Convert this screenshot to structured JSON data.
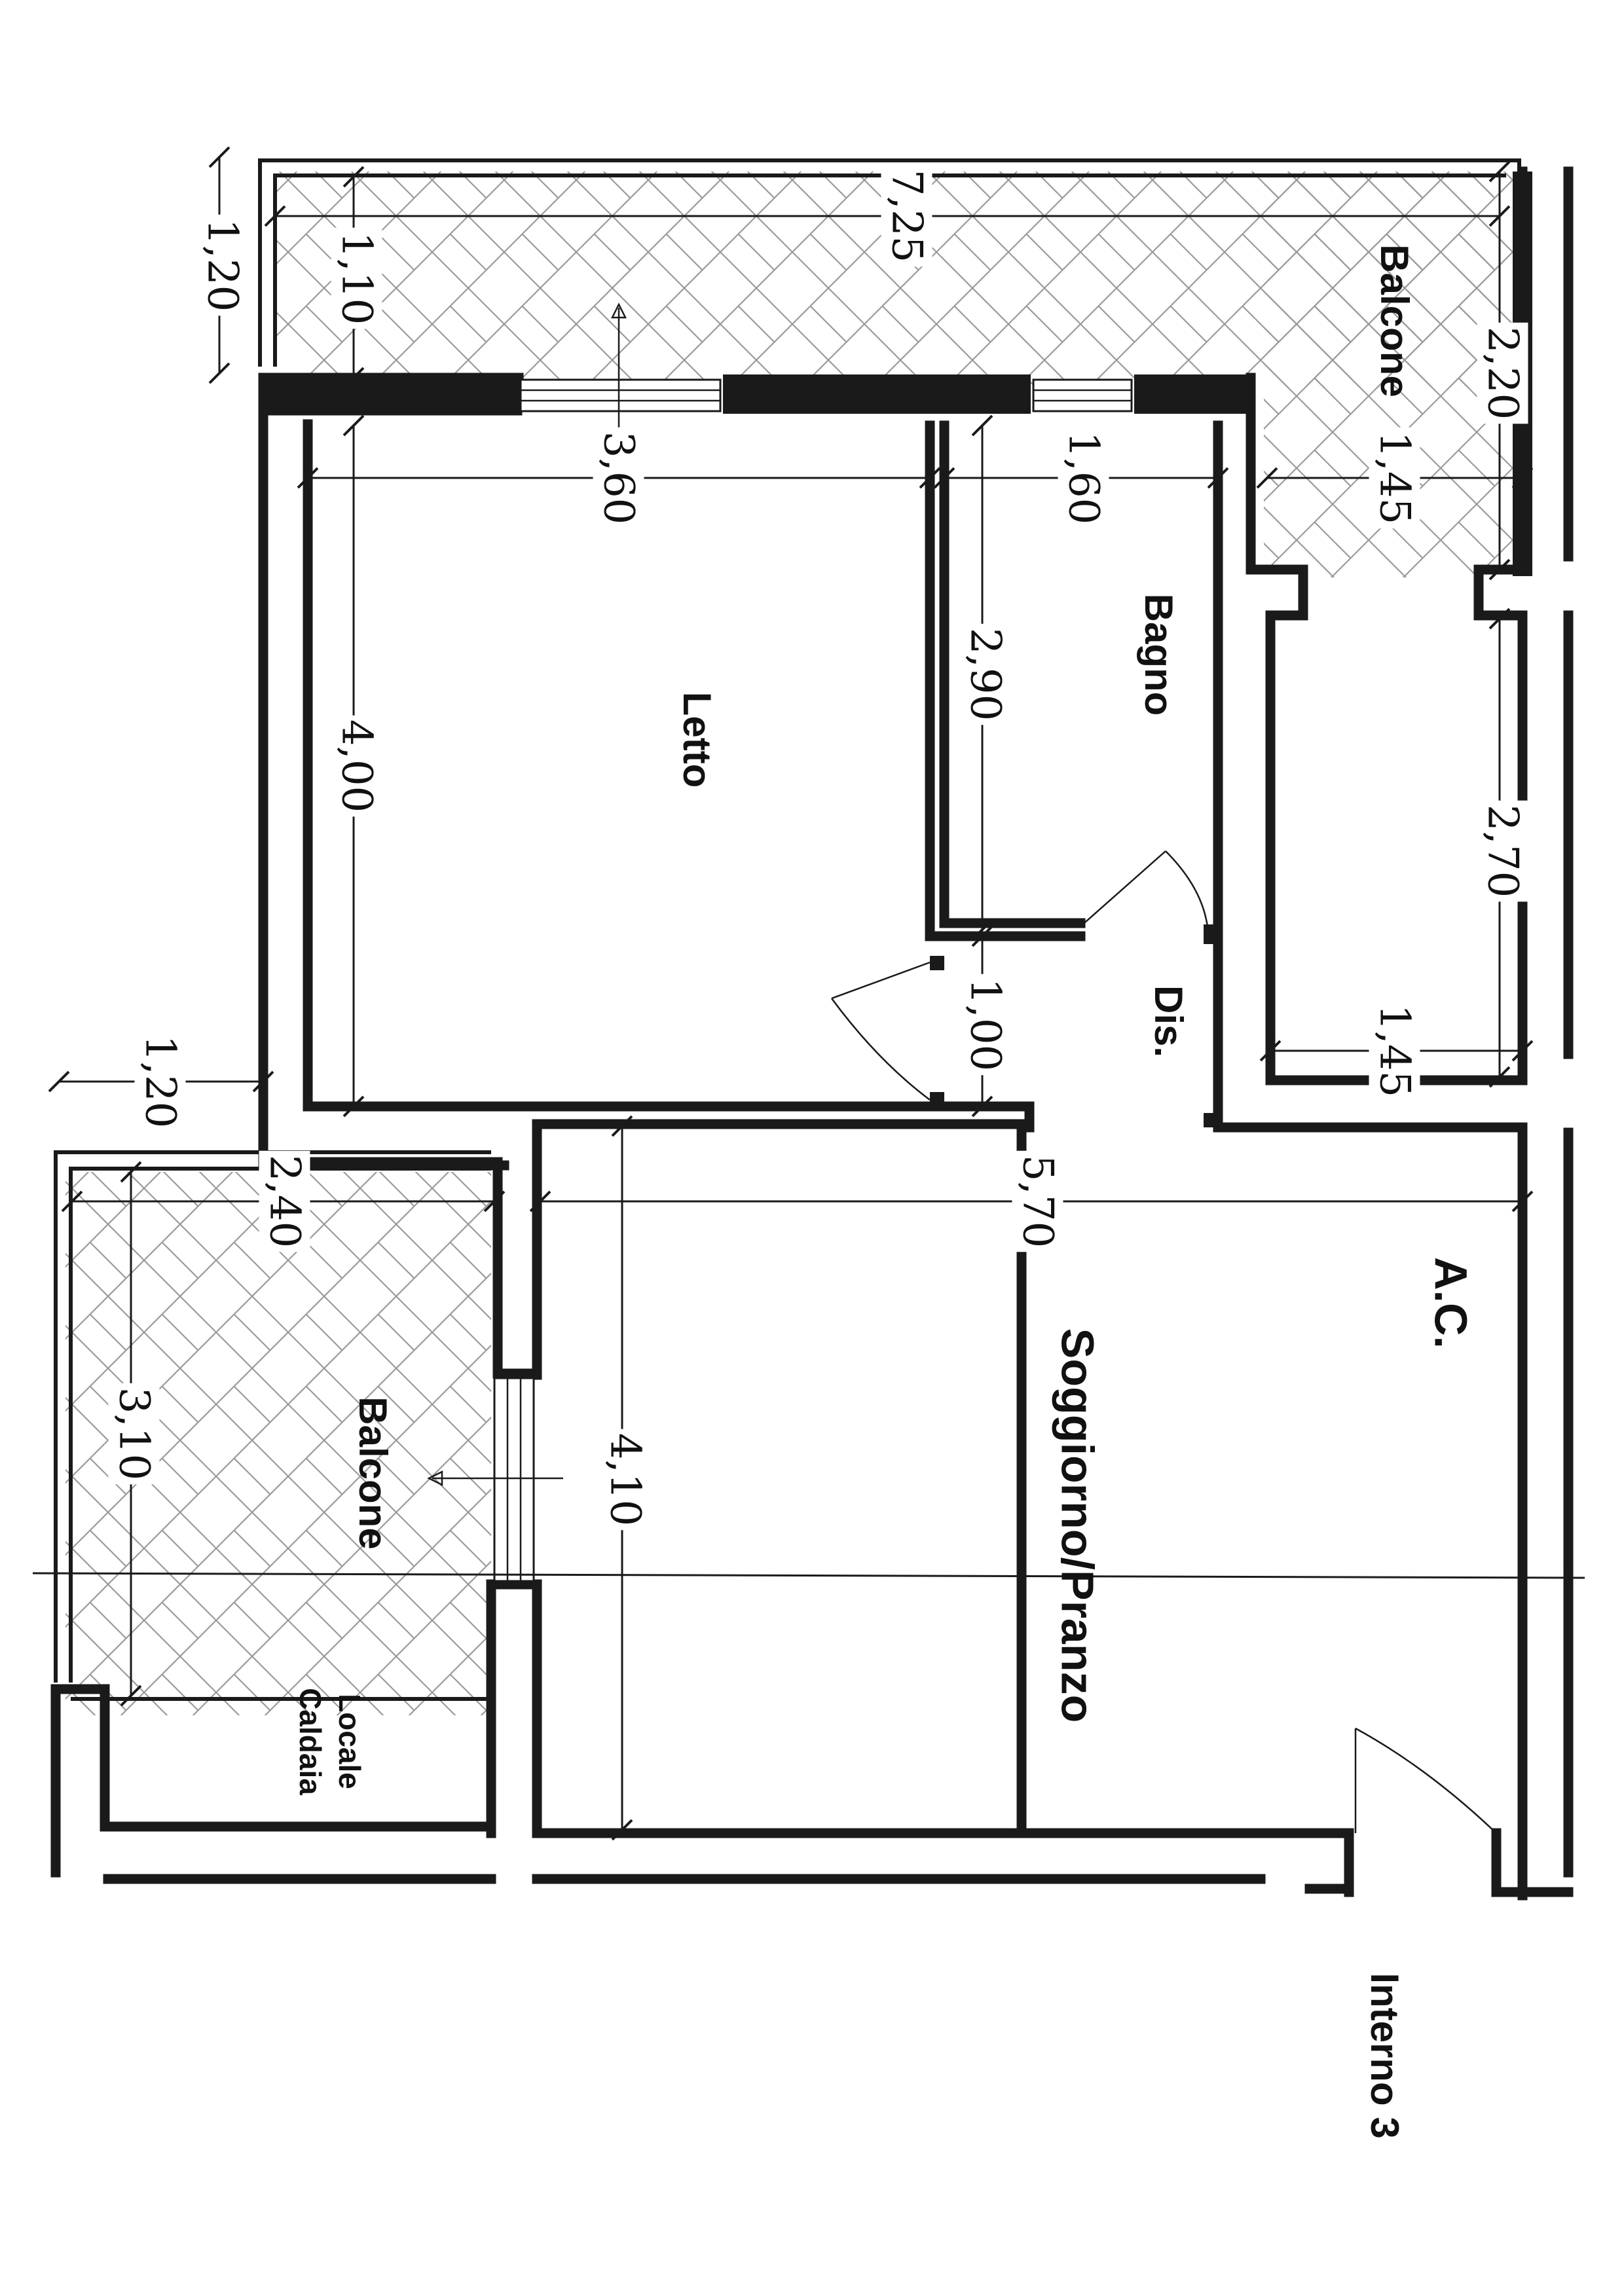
{
  "rooms": {
    "balcone_top": "Balcone",
    "bagno": "Bagno",
    "letto": "Letto",
    "dis": "Dis.",
    "ac": "A.C.",
    "soggiorno": "Soggiorno/Pranzo",
    "balcone_left": "Balcone",
    "locale": "Locale",
    "caldaia": "Caldaia",
    "interno": "Interno 3"
  },
  "dimensions": {
    "d_725": "7,25",
    "d_220": "2,20",
    "d_145_top": "1,45",
    "d_160": "1,60",
    "d_360": "3,60",
    "d_120_top": "1,20",
    "d_110": "1,10",
    "d_400": "4,00",
    "d_290": "2,90",
    "d_270": "2,70",
    "d_145_mid": "1,45",
    "d_100": "1,00",
    "d_120_mid": "1,20",
    "d_240": "2,40",
    "d_570": "5,70",
    "d_310": "3,10",
    "d_410": "4,10"
  },
  "colors": {
    "ink": "#1a1a1a",
    "hatch": "#9a9a9a",
    "paper": "#ffffff"
  }
}
